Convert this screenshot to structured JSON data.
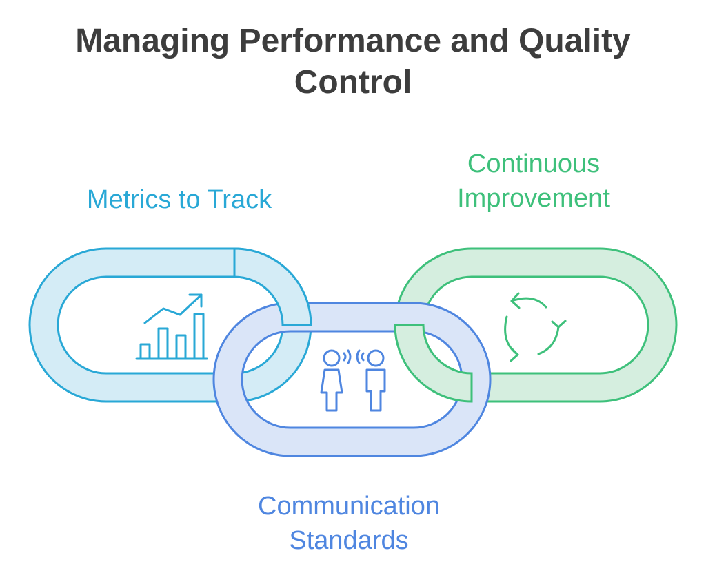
{
  "title": {
    "line1": "Managing Performance and Quality",
    "line2": "Control"
  },
  "links": [
    {
      "id": "metrics",
      "label_lines": [
        "Metrics to Track"
      ],
      "icon": "bar-chart-trend-icon",
      "color": "#29a8d6",
      "fill": "#d4ecf6"
    },
    {
      "id": "communication",
      "label_lines": [
        "Communication",
        "Standards"
      ],
      "icon": "two-people-talking-icon",
      "color": "#4f86e0",
      "fill": "#dae5f8"
    },
    {
      "id": "improvement",
      "label_lines": [
        "Continuous",
        "Improvement"
      ],
      "icon": "refresh-cycle-icon",
      "color": "#3ec07b",
      "fill": "#d5eedf"
    }
  ],
  "colors": {
    "title": "#3d3d3d"
  }
}
